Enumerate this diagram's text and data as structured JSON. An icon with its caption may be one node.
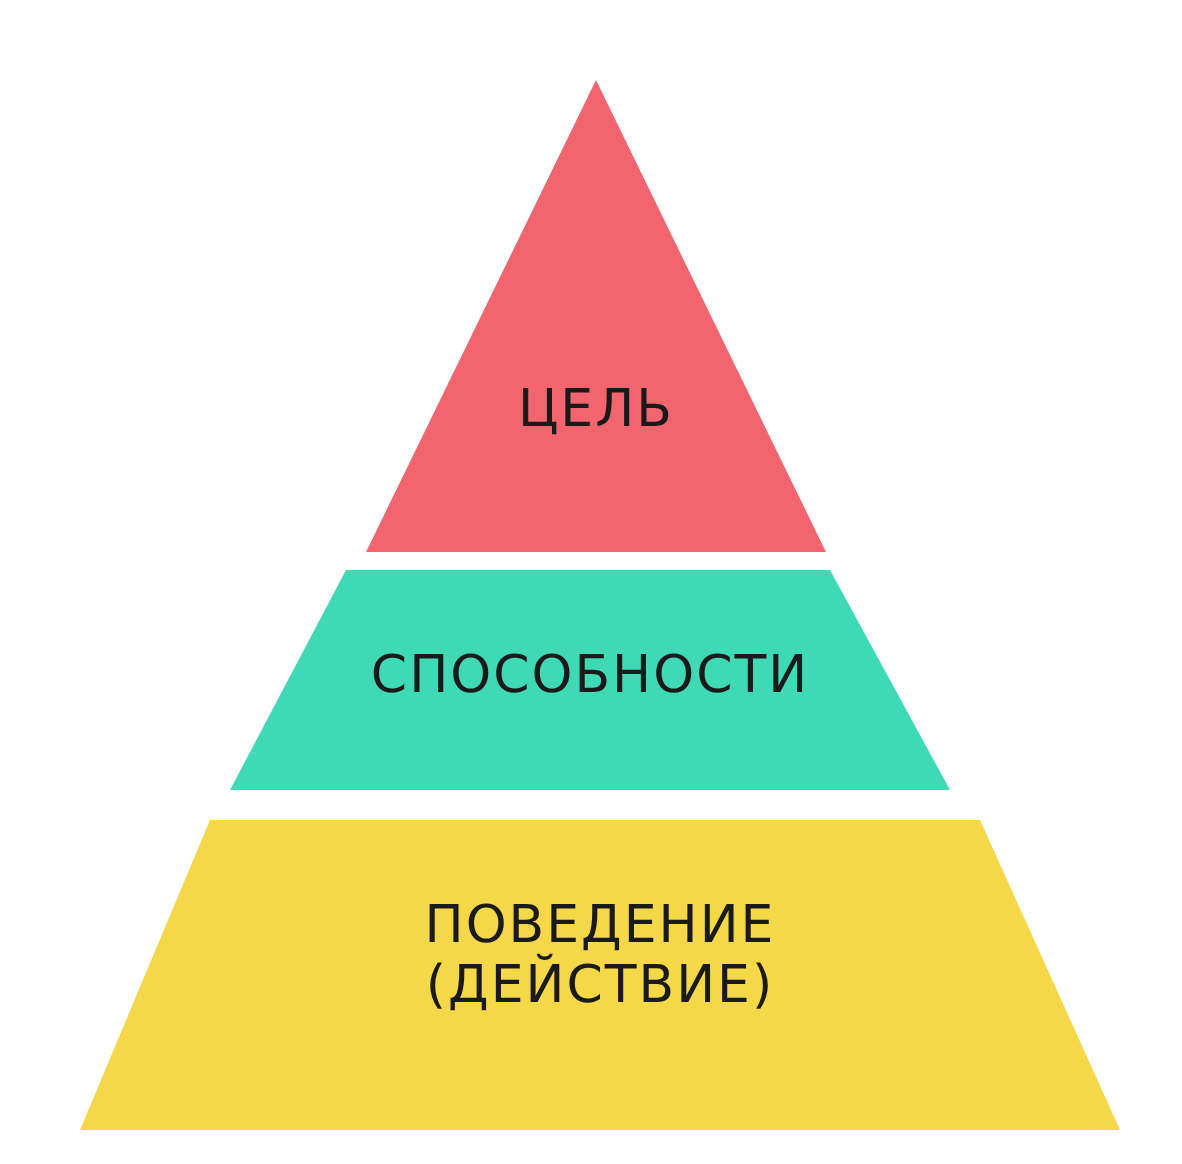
{
  "diagram": {
    "nodes": [
      {
        "text": [
          "ЦЕЛЬ"
        ]
      },
      {
        "text": [
          "СПОСОБНОСТИ"
        ]
      },
      {
        "text": [
          "ПОВЕДЕНИЕ (ДЕЙСТВИЕ)"
        ]
      }
    ]
  }
}
